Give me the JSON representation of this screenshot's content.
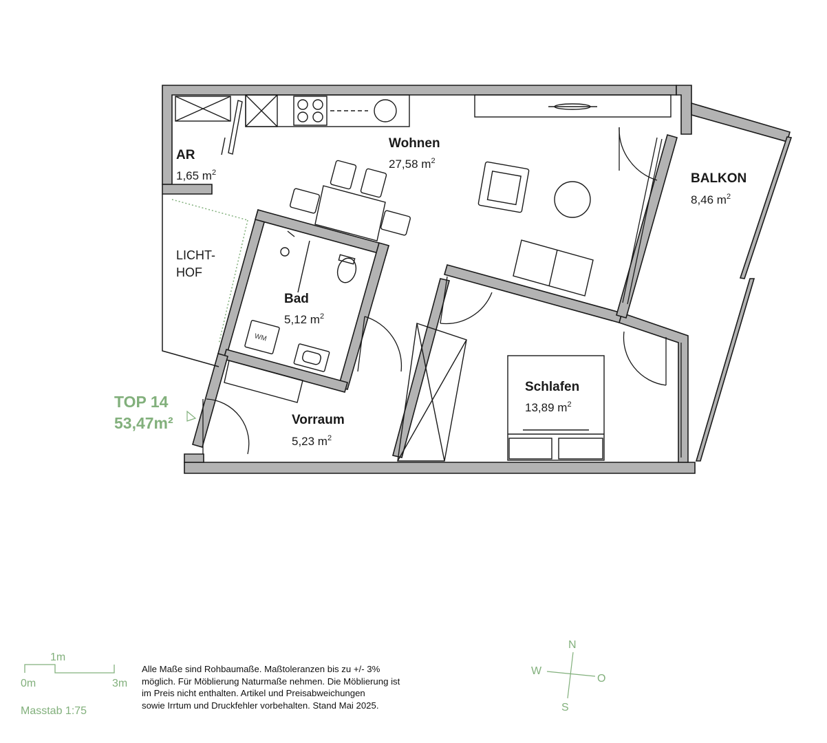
{
  "unit": {
    "label": "TOP 14",
    "total_area": "53,47m²"
  },
  "rooms": [
    {
      "id": "ar",
      "name": "AR",
      "area": "1,65 m",
      "sup": "2"
    },
    {
      "id": "wohnen",
      "name": "Wohnen",
      "area": "27,58 m",
      "sup": "2"
    },
    {
      "id": "balkon",
      "name": "BALKON",
      "area": "8,46 m",
      "sup": "2"
    },
    {
      "id": "lichthof",
      "name_lines": [
        "LICHT-",
        "HOF"
      ]
    },
    {
      "id": "bad",
      "name": "Bad",
      "area": "5,12 m",
      "sup": "2"
    },
    {
      "id": "schlafen",
      "name": "Schlafen",
      "area": "13,89 m",
      "sup": "2"
    },
    {
      "id": "vorraum",
      "name": "Vorraum",
      "area": "5,23 m",
      "sup": "2"
    }
  ],
  "fixtures": {
    "washing_machine": "WM"
  },
  "scale_bar": {
    "mid_label": "1m",
    "start_label": "0m",
    "end_label": "3m",
    "scale_text": "Masstab 1:75"
  },
  "disclaimer_lines": [
    "Alle Maße sind Rohbaumaße. Maßtoleranzen bis zu +/- 3%",
    "möglich. Für Möblierung Naturmaße nehmen. Die Möblierung ist",
    "im Preis nicht enthalten. Artikel und Preisabweichungen",
    "sowie Irrtum und Druckfehler vorbehalten. Stand Mai 2025."
  ],
  "compass": {
    "n": "N",
    "w": "W",
    "o": "O",
    "s": "S"
  },
  "colors": {
    "accent_green": "#82b07c",
    "wall_gray": "#b0b0b0",
    "line": "#1a1a1a"
  }
}
